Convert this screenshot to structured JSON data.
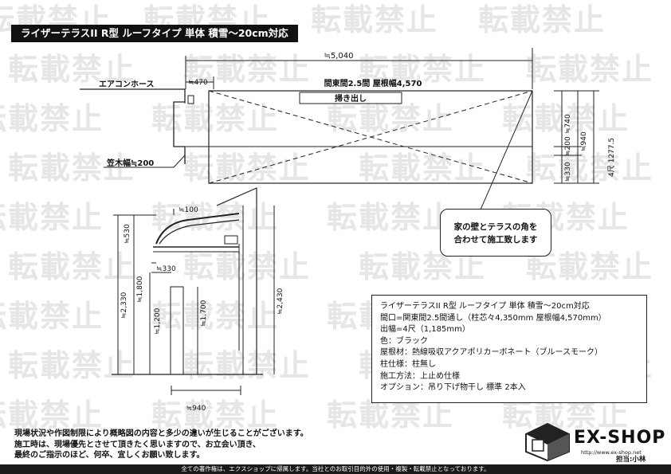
{
  "title": "ライザーテラスII R型 ルーフタイプ 単体 積雪～20cm対応",
  "watermark": "転載禁止",
  "labels": {
    "overall_width": "≒5,040",
    "offset_left": "≒470",
    "frontage": "間東間2.5間 屋根幅4,570",
    "sweep": "掃き出し",
    "aircon_hose": "エアコンホース",
    "kasagi": "笠木幅≒200",
    "dim_740": "≒740",
    "dim_940": "≒940",
    "dim_200": "≒200",
    "dim_330_right": "≒330",
    "dim_4shaku": "4尺 1277.5",
    "dim_100": "≒100",
    "dim_530": "≒530",
    "dim_330_side": "≒330",
    "dim_2330": "≒2,330",
    "dim_1800": "≒1,800",
    "dim_1200": "≒1,200",
    "dim_1700": "≒1,700",
    "dim_2430": "≒2,430",
    "dim_940_bottom": "≒940"
  },
  "callout": {
    "line1": "家の壁とテラスの角を",
    "line2": "合わせて施工致します"
  },
  "spec": [
    "ライザーテラスII R型 ルーフタイプ 単体 積雪～20cm対応",
    "間口=関東間2.5間通し（柱芯々4,350mm 屋根幅4,570mm）",
    "出幅=4尺（1,185mm）",
    "色：ブラック",
    "屋根材：熱線吸収アクアポリカーボネート（ブルースモーク）",
    "柱仕様：柱無し",
    "施工方法：上止め仕様",
    "オプション：吊り下げ物干し 標準 2本入"
  ],
  "notes": [
    "現場状況や作図制限により概略図の内容と多少の違いが生じることがございます。",
    "施工時は、現場優先とさせて頂きたく思いますので、お立会い頂き、",
    "最終のご指示のほど、何卒、宜しくお願い致します。"
  ],
  "footer": "全ての著作権は、エクスショップに帰属します。当社とのお取引目的外の使用・複製・転載禁止となっております。",
  "brand": {
    "name": "EX-SHOP",
    "url": "http://www.ex-shop.net",
    "staff": "担当:小林"
  }
}
